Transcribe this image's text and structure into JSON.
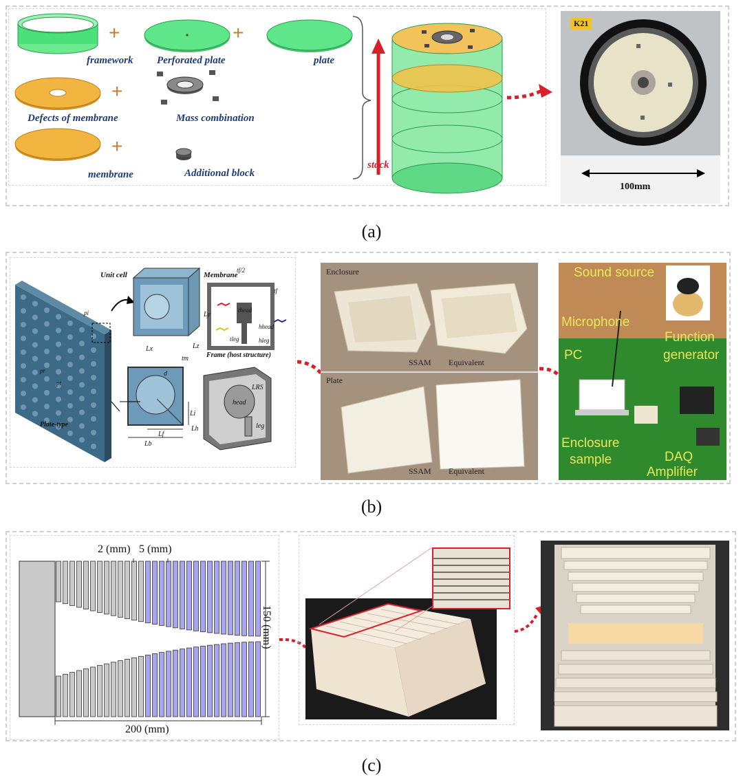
{
  "panel_a": {
    "caption": "(a)",
    "parts": {
      "framework": "framework",
      "perforated_plate": "Perforated plate",
      "plate": "plate",
      "defects_of_membrane": "Defects of membrane",
      "mass_combination": "Mass combination",
      "membrane": "membrane",
      "additional_block": "Additional block"
    },
    "plus": "+",
    "stack_label": "stack",
    "photo_tag": "K21",
    "scale_label": "100mm",
    "colors": {
      "green": "#4be07a",
      "yellow": "#f2b640",
      "red": "#d8202a"
    }
  },
  "panel_b": {
    "caption": "(b)",
    "schematic": {
      "unit_cell": "Unit cell",
      "membrane": "Membrane",
      "frame": "Frame (host structure)",
      "plate_type": "Plate-type",
      "head": "head",
      "leg": "leg",
      "lrs": "LRS",
      "d": "d",
      "t_half": "tf/2",
      "lx": "Lx",
      "ly": "Ly",
      "lz": "Lz",
      "tm": "tm",
      "lh": "Lh",
      "li": "Li",
      "lf": "Lf",
      "lb": "Lb",
      "thead": "thead",
      "hhead": "hhead",
      "hleg": "hleg",
      "tleg": "tleg",
      "tf": "tf",
      "pi": "pi",
      "pt": "pt",
      "pr": "pr"
    },
    "photos": {
      "enclosure": "Enclosure",
      "plate": "Plate",
      "ssam_1": "SSAM",
      "equivalent_1": "Equivalent",
      "ssam_2": "SSAM",
      "equivalent_2": "Equivalent"
    },
    "setup": {
      "sound_source": "Sound source",
      "microphone": "Microphone",
      "function": "Function",
      "generator": "generator",
      "pc": "PC",
      "enclosure": "Enclosure",
      "sample": "sample",
      "daq": "DAQ",
      "amplifier": "Amplifier"
    }
  },
  "panel_c": {
    "caption": "(c)",
    "dim_2mm": "2 (mm)",
    "dim_5mm": "5 (mm)",
    "dim_150": "150 (mm)",
    "dim_200": "200 (mm)",
    "colors": {
      "gray": "#c9c9c9",
      "blue": "#aaa6ee",
      "outline": "#333333"
    }
  }
}
